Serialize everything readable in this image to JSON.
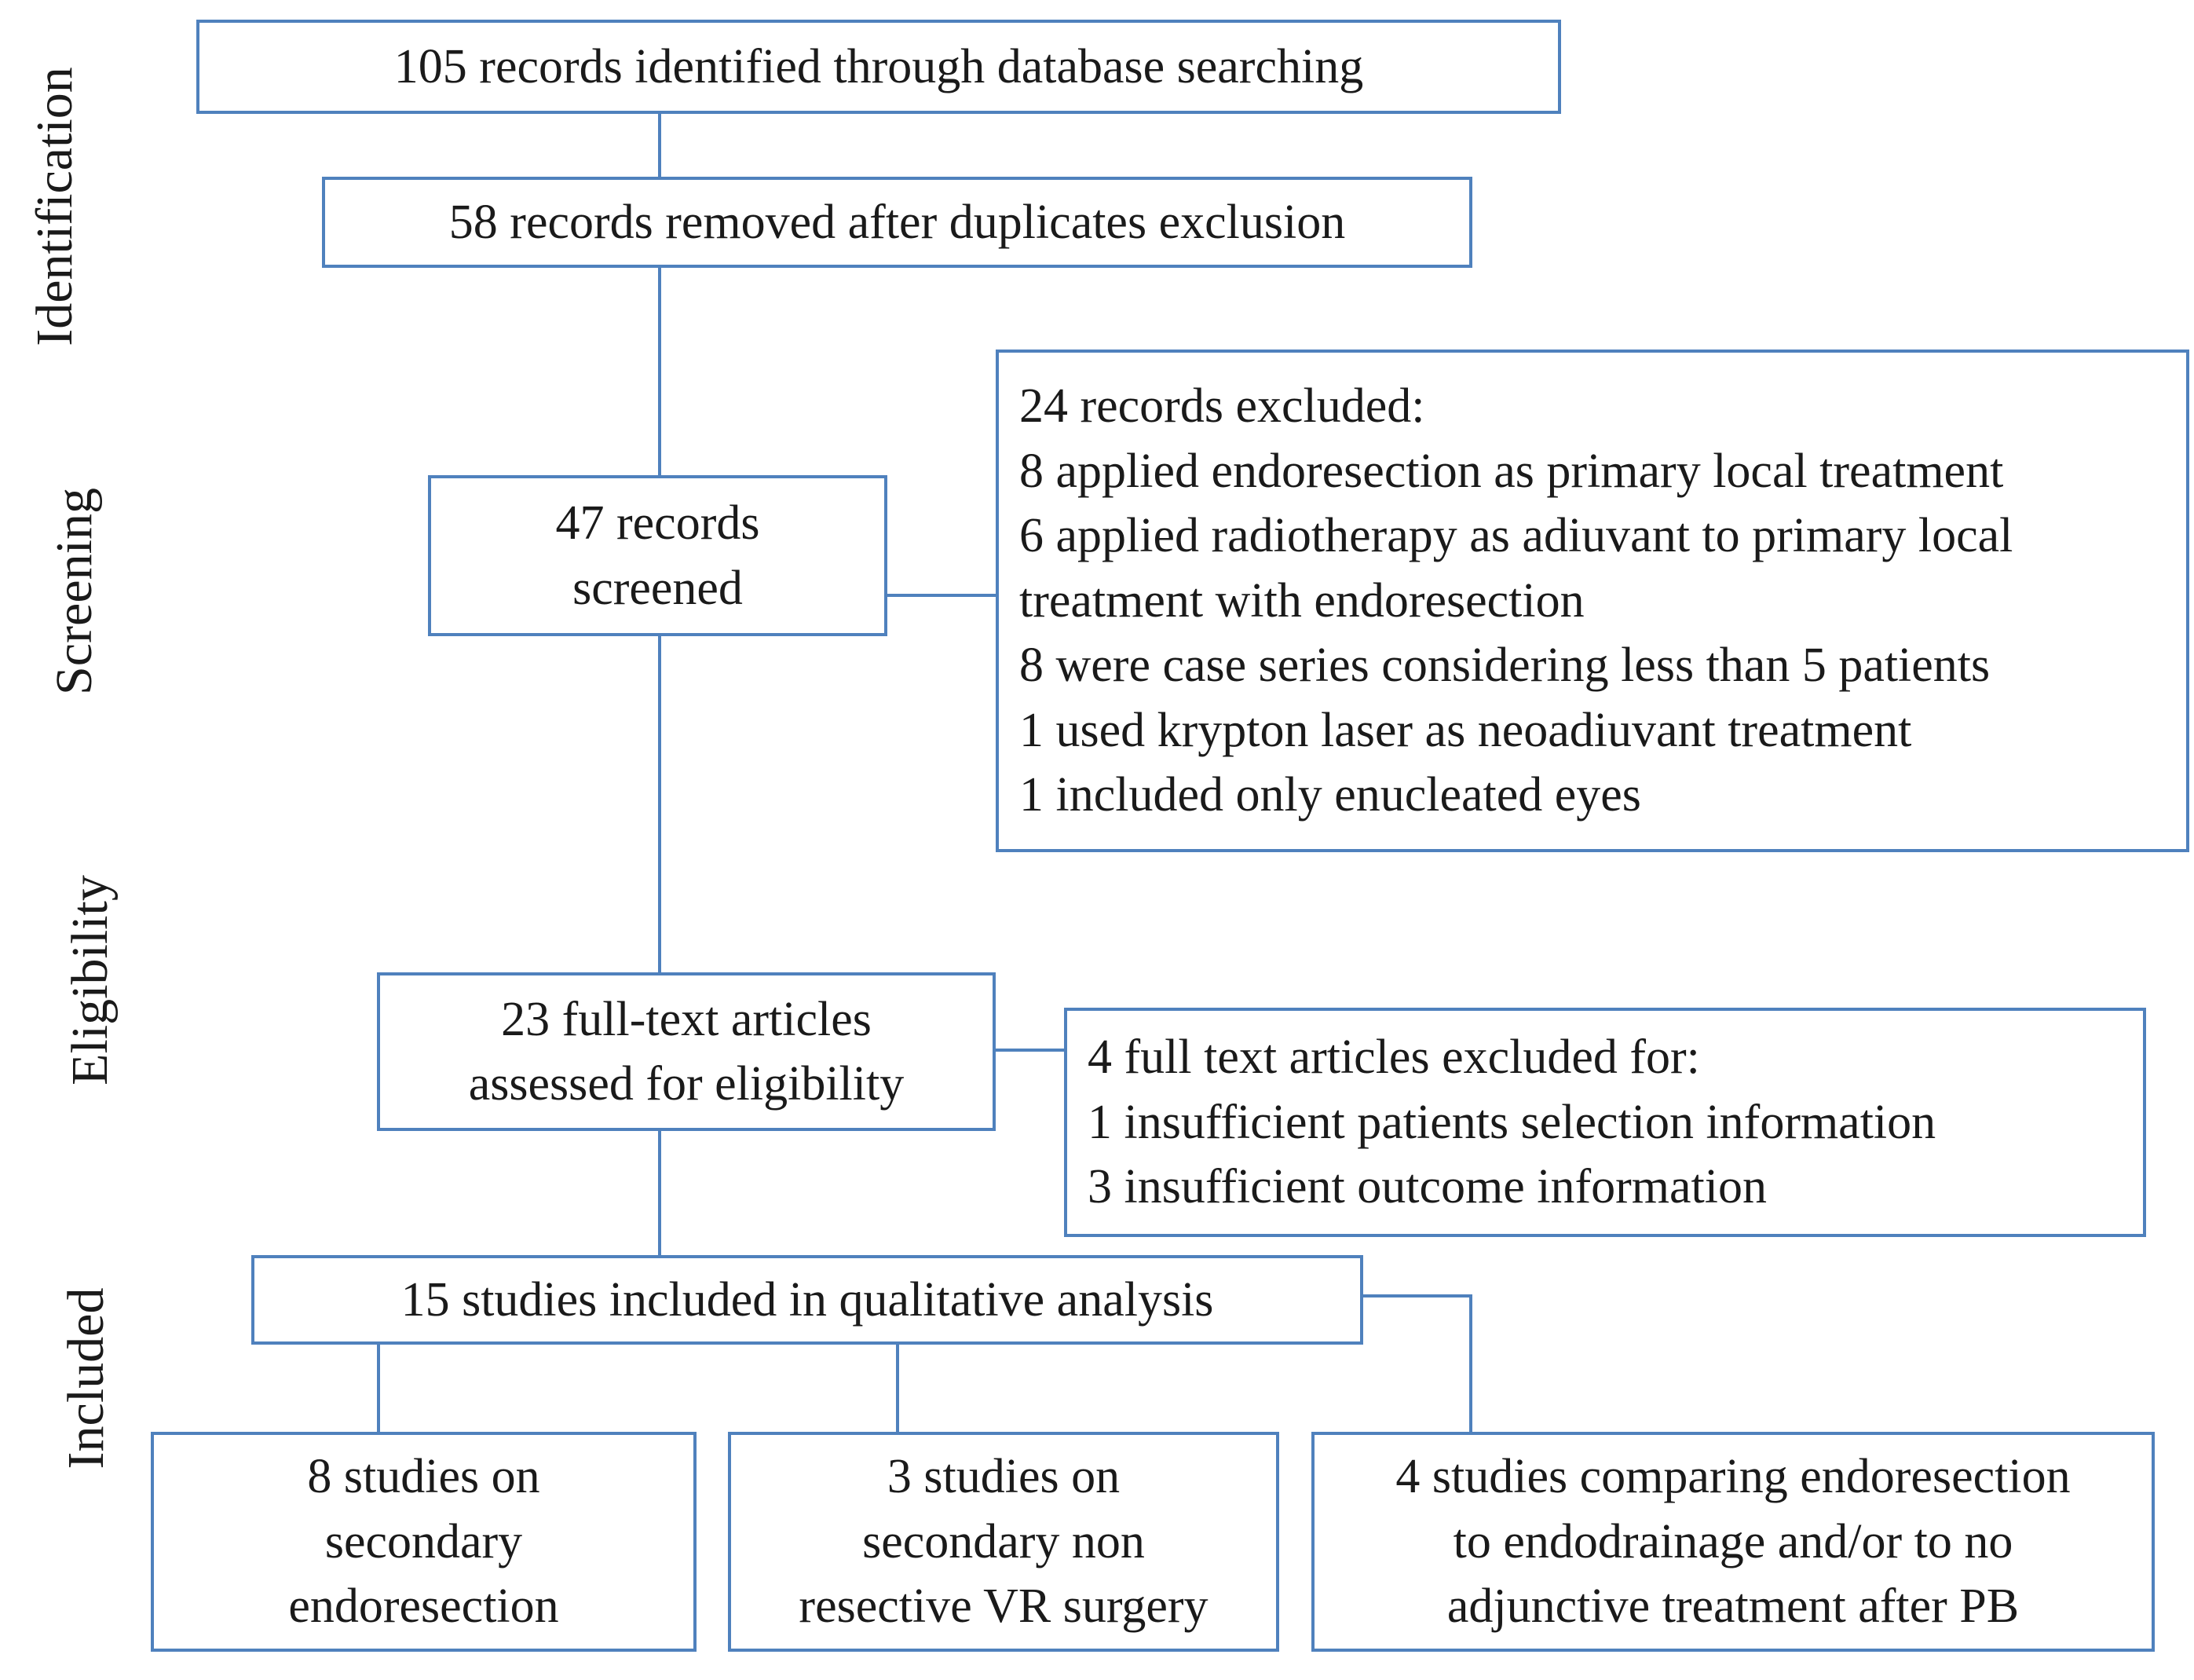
{
  "stages": {
    "identification": "Identification",
    "screening": "Screening",
    "eligibility": "Eligibility",
    "included": "Included"
  },
  "boxes": {
    "identified": [
      "105 records identified through database searching"
    ],
    "after_duplicates": [
      "58 records removed after duplicates exclusion"
    ],
    "screened": [
      "47 records",
      "screened"
    ],
    "records_excluded": [
      "24 records excluded:",
      "8 applied endoresection as primary local treatment",
      "6 applied radiotherapy as adiuvant to primary local",
      "treatment with endoresection",
      "8 were case series considering less than 5 patients",
      "1 used krypton laser as neoadiuvant treatment",
      "1 included only enucleated eyes"
    ],
    "fulltext_assessed": [
      "23 full-text articles",
      "assessed for eligibility"
    ],
    "fulltext_excluded": [
      "4 full text articles excluded for:",
      "1 insufficient patients selection information",
      "3 insufficient outcome information"
    ],
    "included_qualitative": [
      "15 studies included in qualitative analysis"
    ],
    "secondary_endoresection": [
      "8 studies on",
      "secondary",
      "endoresection"
    ],
    "secondary_nonresective": [
      "3 studies on",
      "secondary non",
      "resective VR surgery"
    ],
    "comparing": [
      "4 studies comparing endoresection",
      "to endodrainage and/or to no",
      "adjunctive treatment after PB"
    ]
  },
  "colors": {
    "border": "#4f81bd",
    "text": "#1a1a1a"
  }
}
